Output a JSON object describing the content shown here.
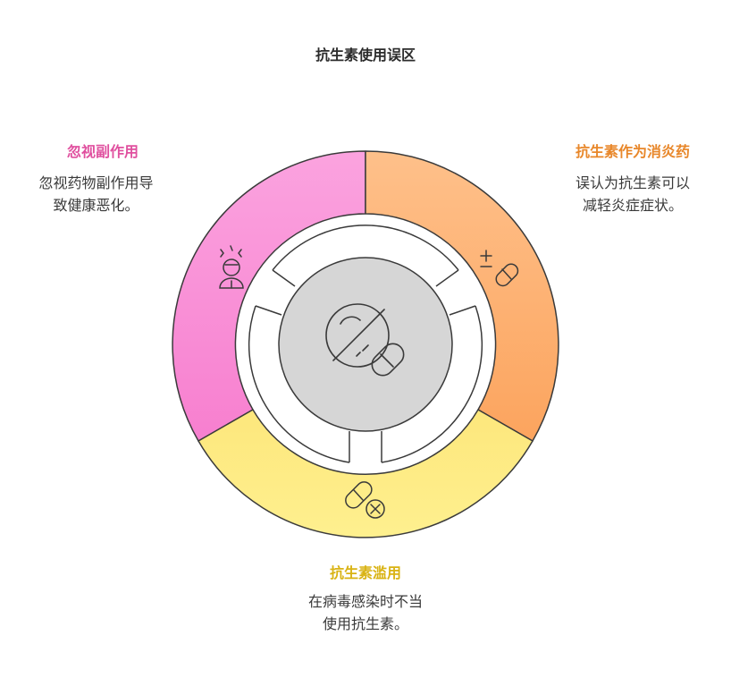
{
  "title": "抗生素使用误区",
  "sections": {
    "left": {
      "title": "忽视副作用",
      "desc_lines": [
        "忽视药物副作用导",
        "致健康恶化。"
      ],
      "icon": "sick-person-icon",
      "color": "#f98fd6"
    },
    "right": {
      "title": "抗生素作为消炎药",
      "desc_lines": [
        "误认为抗生素可以",
        "减轻炎症症状。"
      ],
      "icon": "plus-minus-pill-icon",
      "color": "#fdb374"
    },
    "bottom": {
      "title": "抗生素滥用",
      "desc_lines": [
        "在病毒感染时不当",
        "使用抗生素。"
      ],
      "icon": "pill-cancel-icon",
      "color": "#fde982"
    }
  },
  "center": {
    "icon": "no-pills-icon",
    "color": "#d6d6d6"
  }
}
